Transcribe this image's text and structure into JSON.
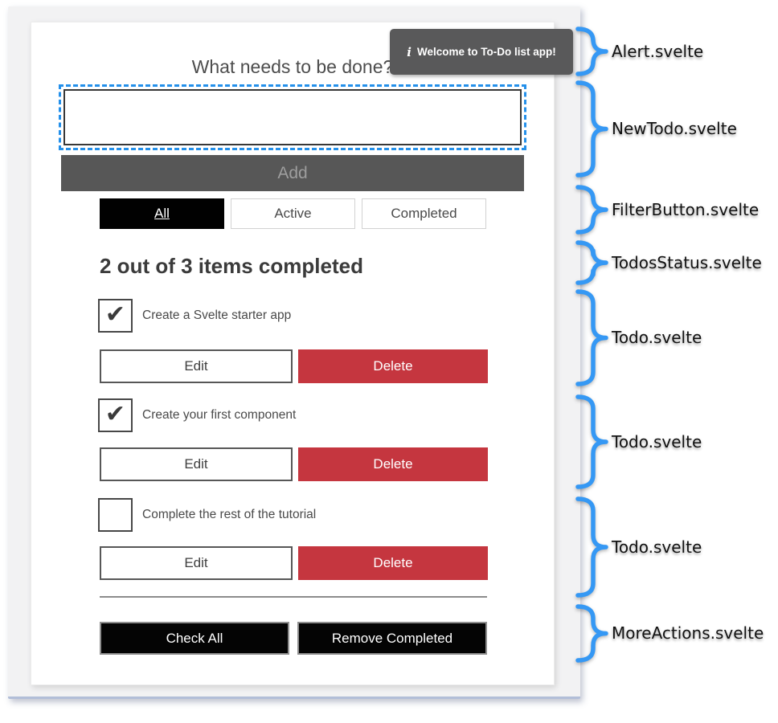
{
  "app": {
    "alert": {
      "icon": "i",
      "text": "Welcome to To-Do list app!"
    },
    "heading": "What needs to be done?",
    "new_todo": {
      "input_value": "",
      "add_label": "Add"
    },
    "filters": [
      {
        "label": "All",
        "selected": true
      },
      {
        "label": "Active",
        "selected": false
      },
      {
        "label": "Completed",
        "selected": false
      }
    ],
    "status": "2 out of 3 items completed",
    "todos": [
      {
        "label": "Create a Svelte starter app",
        "checked": true,
        "edit_label": "Edit",
        "delete_label": "Delete"
      },
      {
        "label": "Create your first component",
        "checked": true,
        "edit_label": "Edit",
        "delete_label": "Delete"
      },
      {
        "label": "Complete the rest of the tutorial",
        "checked": false,
        "edit_label": "Edit",
        "delete_label": "Delete"
      }
    ],
    "more_actions": {
      "check_all_label": "Check All",
      "remove_completed_label": "Remove Completed"
    }
  },
  "icons": {
    "checkmark": "✔"
  },
  "annotations": {
    "labels": [
      "Alert.svelte",
      "NewTodo.svelte",
      "FilterButton.svelte",
      "TodosStatus.svelte",
      "Todo.svelte",
      "Todo.svelte",
      "Todo.svelte",
      "MoreActions.svelte"
    ]
  },
  "colors": {
    "accent_blue": "#3598f4",
    "focus_outline_blue": "#2490ea",
    "delete_red": "#c5363f",
    "alert_bg": "#59595a",
    "window_bg": "#f2f2f3"
  }
}
